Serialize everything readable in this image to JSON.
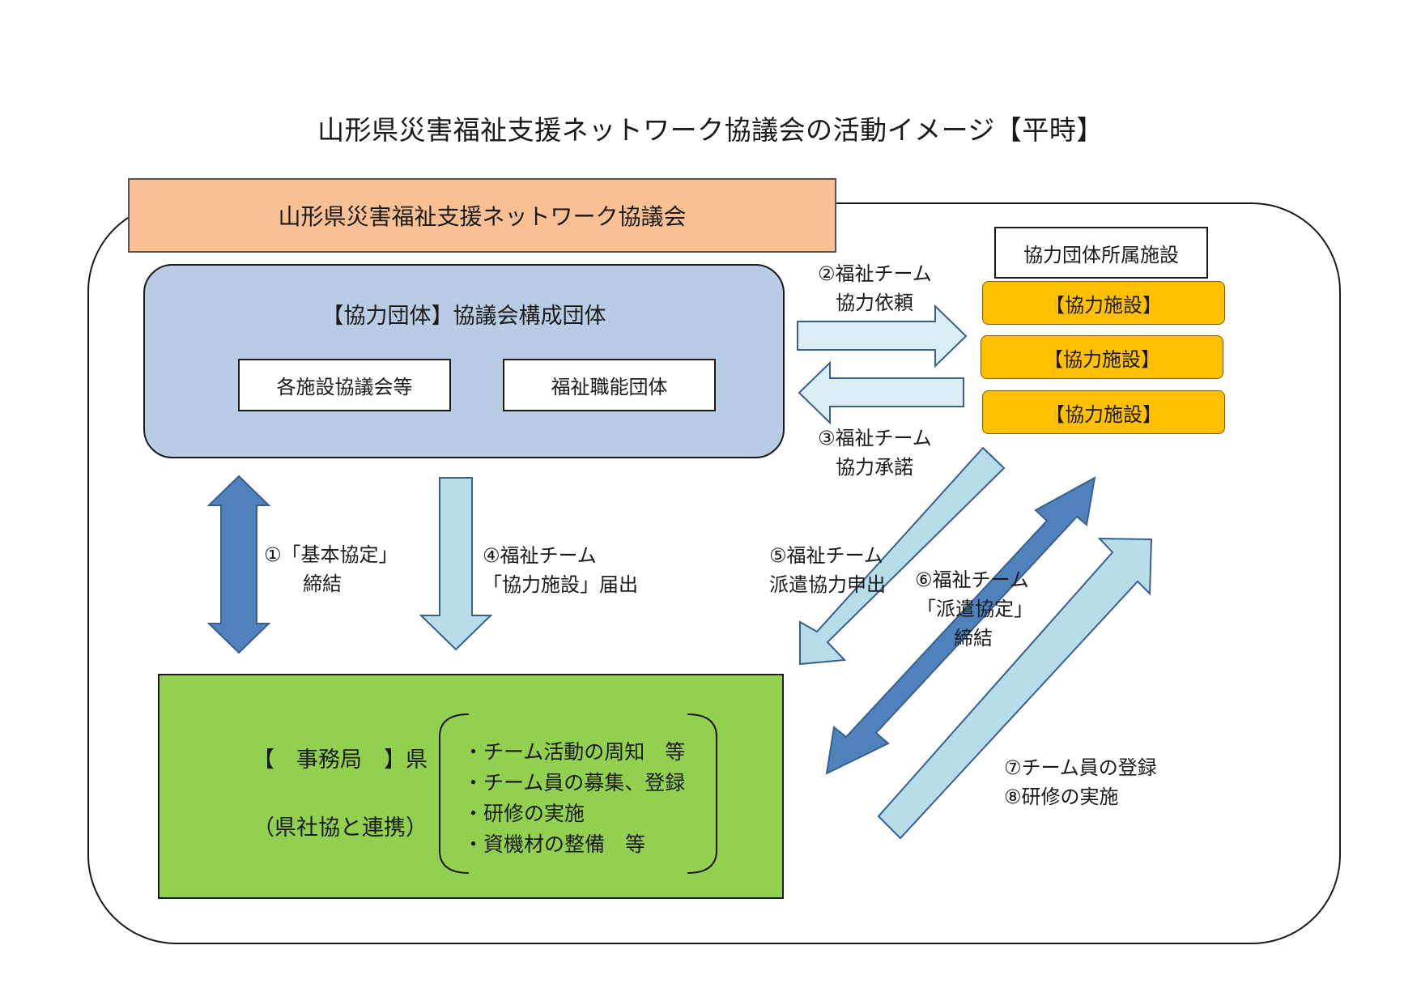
{
  "title": "山形県災害福祉支援ネットワーク協議会の活動イメージ【平時】",
  "council": {
    "name": "山形県災害福祉支援ネットワーク協議会",
    "members_title": "【協力団体】協議会構成団体",
    "member_a": "各施設協議会等",
    "member_b": "福祉職能団体"
  },
  "facilities": {
    "label": "協力団体所属施設",
    "items": [
      "【協力施設】",
      "【協力施設】",
      "【協力施設】"
    ]
  },
  "secretariat": {
    "line1": "【　事務局　】県",
    "line2": "（県社協と連携）",
    "bullets": [
      "・チーム活動の周知　等",
      "・チーム員の募集、登録",
      "・研修の実施",
      "・資機材の整備　等"
    ]
  },
  "steps": {
    "s1": [
      "①「基本協定」",
      "締結"
    ],
    "s2": [
      "②福祉チーム",
      "協力依頼"
    ],
    "s3": [
      "③福祉チーム",
      "協力承諾"
    ],
    "s4": [
      "④福祉チーム",
      "「協力施設」届出"
    ],
    "s5": [
      "⑤福祉チーム",
      "派遣協力申出"
    ],
    "s6": [
      "⑥福祉チーム",
      "「派遣協定」",
      "締結"
    ],
    "s78": [
      "⑦チーム員の登録",
      "⑧研修の実施"
    ]
  },
  "colors": {
    "header": "#f9c193",
    "members_box": "#b8cce4",
    "facility_box": "#ffc000",
    "secretariat_box": "#92d050",
    "arrow_light": "#b7dde8",
    "arrow_light2": "#dbeef4",
    "arrow_dark": "#4f81bd",
    "arrow_stroke": "#3a5f8a"
  }
}
